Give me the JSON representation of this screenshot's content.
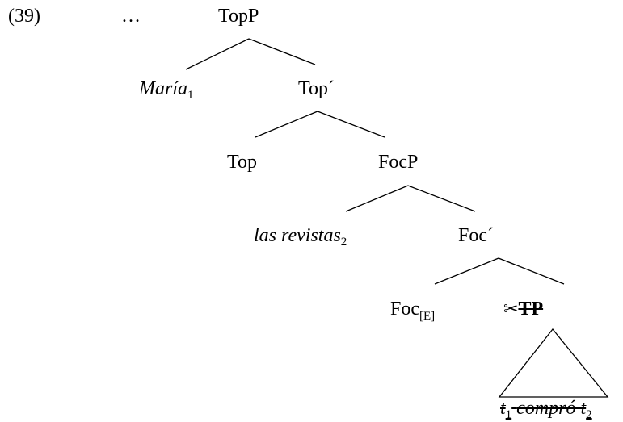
{
  "example_number": "(39)",
  "ellipsis": "…",
  "nodes": {
    "topp": "TopP",
    "maria": "María",
    "maria_index": "1",
    "top_bar": "Top´",
    "top_head": "Top",
    "focp": "FocP",
    "revistas": "las revistas",
    "revistas_index": "2",
    "foc_bar": "Foc´",
    "foc_head": "Foc",
    "foc_feature": "[E]",
    "scissors": "✂",
    "tp": "TP",
    "elided_t1": "t",
    "elided_t1_index": "1",
    "elided_verb": "compró",
    "elided_t2": "t",
    "elided_t2_index": "2"
  }
}
